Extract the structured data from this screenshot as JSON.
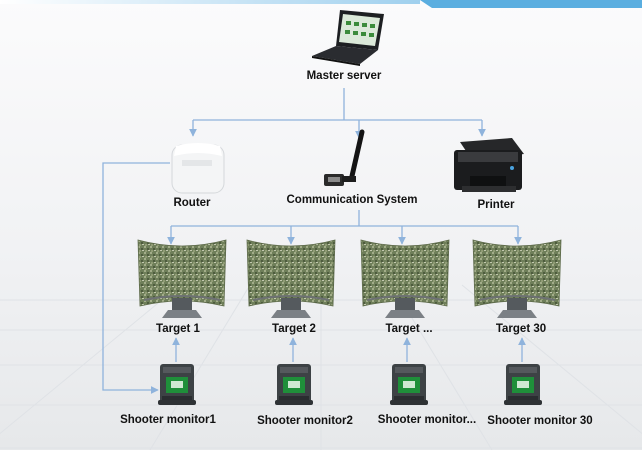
{
  "labels": {
    "master_server": "Master server",
    "router": "Router",
    "communication_system": "Communication System",
    "printer": "Printer",
    "targets": [
      "Target 1",
      "Target 2",
      "Target ...",
      "Target 30"
    ],
    "monitors": [
      "Shooter monitor1",
      "Shooter monitor2",
      "Shooter monitor...",
      "Shooter monitor 30"
    ]
  },
  "colors": {
    "connector": "#8fb3dc",
    "accent_strip": "#5aaee0"
  }
}
